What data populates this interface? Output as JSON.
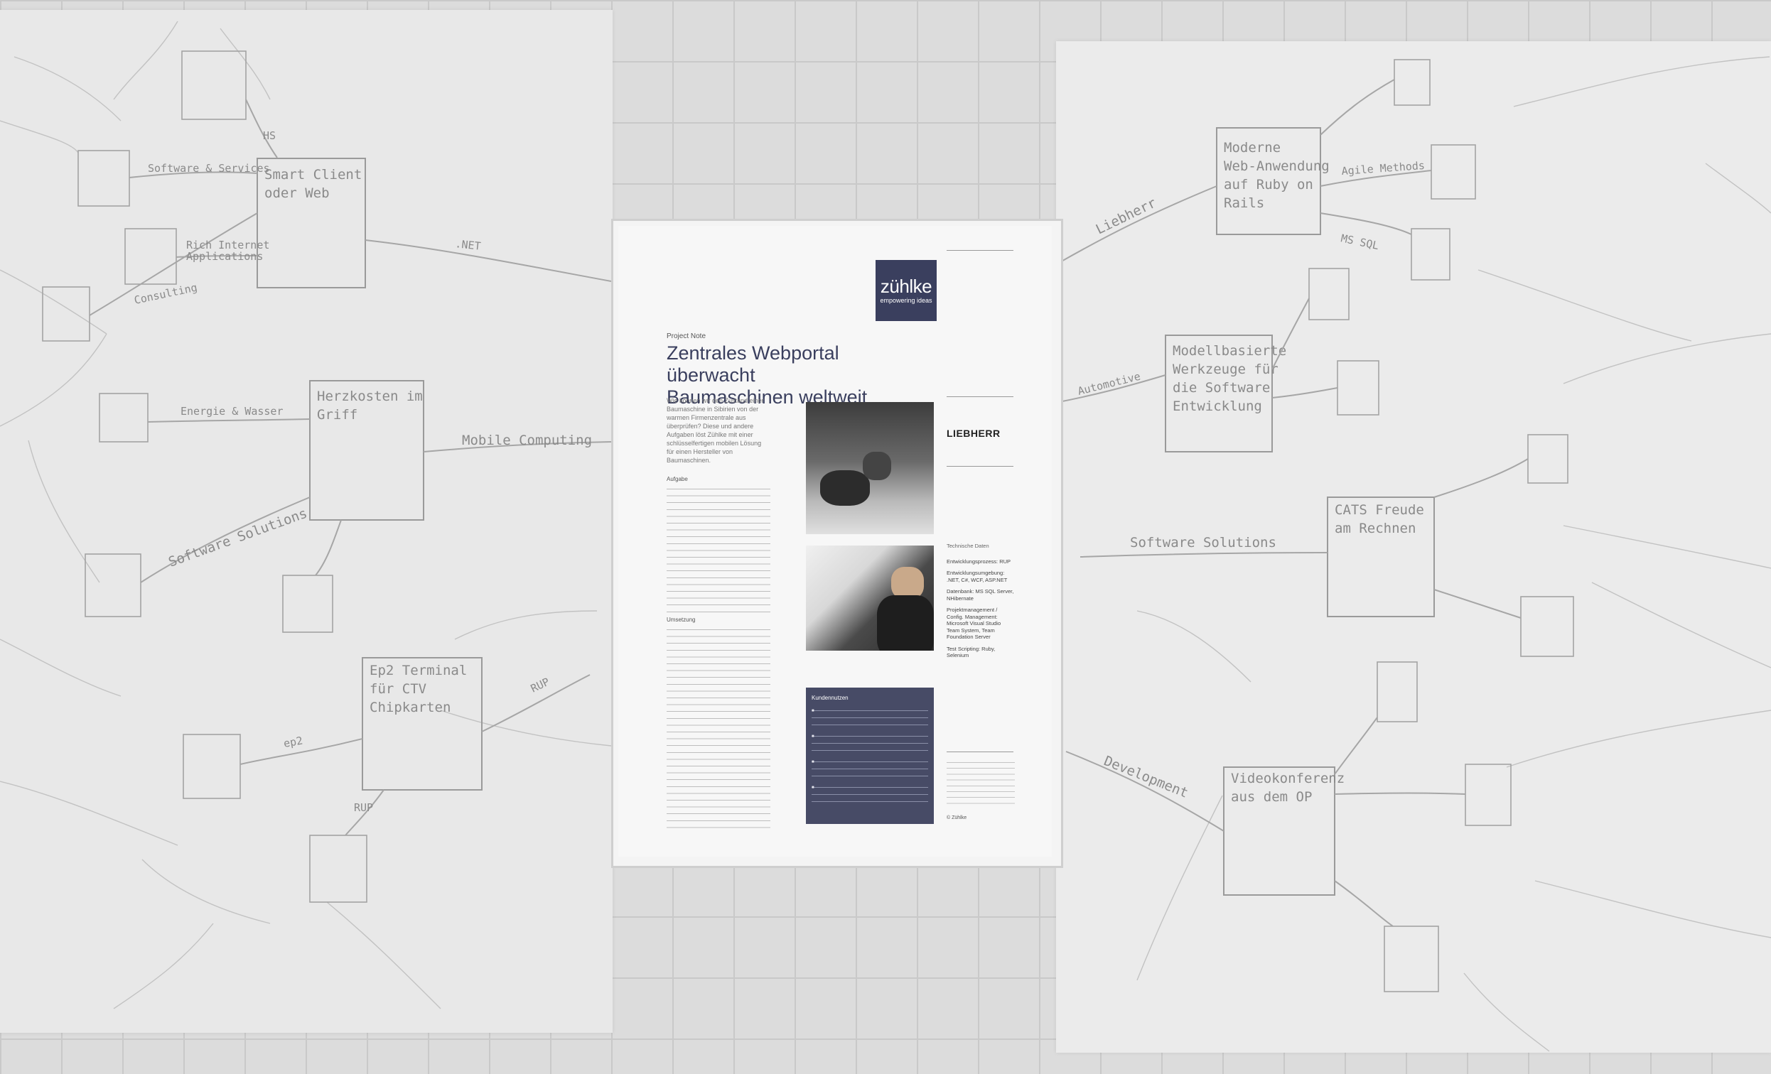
{
  "left_mindmap": {
    "nodes": {
      "smart_client": "Smart Client oder Web",
      "herzkosten": "Herzkosten im Griff",
      "ep2_terminal": "Ep2 Terminal für CTV Chipkarten"
    },
    "labels": {
      "net": ".NET",
      "mobile_computing": "Mobile Computing",
      "software_solutions": "Software Solutions",
      "rup": "RUP",
      "ep2": "ep2",
      "hs": "HS",
      "consulting": "Consulting",
      "energie_wasser": "Energie & Wasser",
      "software_services": "Software & Services",
      "rich_internet_applications": "Rich Internet Applications"
    }
  },
  "right_mindmap": {
    "nodes": {
      "ruby_on_rails": "Moderne Web-Anwendung auf Ruby on Rails",
      "modellbasierte": "Modellbasierte Werkzeuge für die Software Entwicklung",
      "cats": "CATS Freude am Rechnen",
      "videokonferenz": "Videokonferenz aus dem OP"
    },
    "labels": {
      "liebherr": "Liebherr",
      "automotive": "Automotive",
      "software_solutions": "Software Solutions",
      "development": "Development",
      "ms_sql": "MS SQL",
      "agile_methods": "Agile Methods"
    }
  },
  "poster": {
    "logo": {
      "name": "zühlke",
      "tagline": "empowering ideas"
    },
    "kicker": "Project Note",
    "headline": "Zentrales Webportal überwacht Baumaschinen weltweit",
    "intro": "Wie können wir den Zustand einer Baumaschine in Sibirien von der warmen Firmenzentrale aus überprüfen? Diese und andere Aufgaben löst Zühlke mit einer schlüsselfertigen mobilen Lösung für einen Hersteller von Baumaschinen.",
    "aufgabe_title": "Aufgabe",
    "umsetzung_title": "Umsetzung",
    "brand": "LIEBHERR",
    "tech_title": "Technische Daten",
    "tech_items": [
      "Entwicklungsprozess: RUP",
      "Entwicklungsumgebung: .NET, C#, WCF, ASP.NET",
      "Datenbank: MS SQL Server, NHibernate",
      "Projektmanagement / Config. Management: Microsoft Visual Studio Team System, Team Foundation Server",
      "Test Scripting: Ruby, Selenium"
    ],
    "key_title": "Kundennutzen",
    "copyright": "© Zühlke"
  },
  "colors": {
    "wall": "#dcdcdc",
    "paper": "#ebebeb",
    "pencil": "#9a9a9a",
    "brand_navy": "#3a3f5e"
  }
}
